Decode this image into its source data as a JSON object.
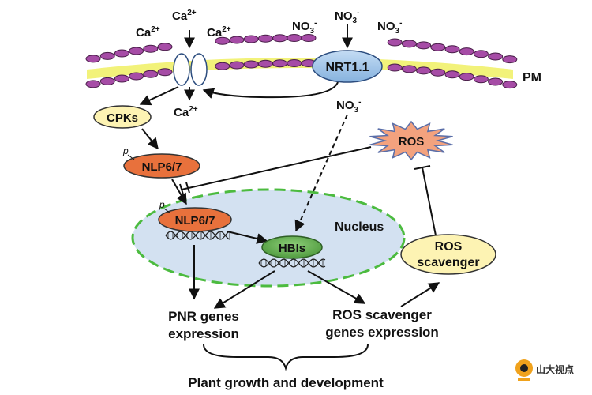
{
  "ions": {
    "ca_left": "Ca",
    "ca_top": "Ca",
    "ca_right": "Ca",
    "ca_below": "Ca",
    "ca_charge": "2+",
    "no3_left": "NO",
    "no3_top": "NO",
    "no3_right": "NO",
    "no3_below": "NO",
    "no3_sub": "3",
    "no3_charge": "-"
  },
  "membrane": {
    "label": "PM"
  },
  "transporter": {
    "label": "NRT1.1"
  },
  "kinase": {
    "label": "CPKs",
    "phospho": "p"
  },
  "nlp_cyto": {
    "label": "NLP6/7",
    "phospho": "p"
  },
  "nlp_nuc": {
    "label": "NLP6/7",
    "phospho": "p"
  },
  "ros": {
    "label": "ROS"
  },
  "nucleus": {
    "label": "Nucleus"
  },
  "hbis": {
    "label": "HBIs"
  },
  "ros_scavenger": {
    "line1": "ROS",
    "line2": "scavenger"
  },
  "pnr_expression": {
    "line1": "PNR genes",
    "line2": "expression"
  },
  "ros_expression": {
    "line1": "ROS scavenger",
    "line2": "genes expression"
  },
  "outcome": {
    "label": "Plant growth and development"
  },
  "watermark": {
    "text": "山大视点"
  },
  "colors": {
    "membrane_purple": "#a64ca6",
    "membrane_yellow": "#f2f27a",
    "nrt_blue": "#9fc4ea",
    "cpks_yellow": "#fdf3b3",
    "nlp_orange": "#e8713c",
    "ros_salmon": "#f3a27e",
    "nucleus_fill": "#d3e1f1",
    "nucleus_border": "#4cbb3f",
    "hbis_green": "#6db25a",
    "scavenger_yellow": "#fdf3b3"
  }
}
